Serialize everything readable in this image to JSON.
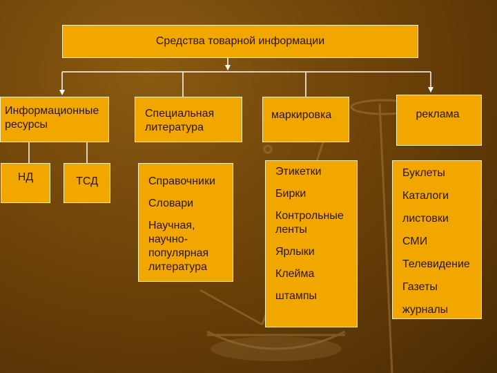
{
  "root": "Средства товарной информации",
  "categories": [
    "Информационные ресурсы",
    "Специальная литература",
    "маркировка",
    "реклама"
  ],
  "sub_resources": [
    "НД",
    "ТСД"
  ],
  "lists": {
    "literature": [
      "Справочники",
      "Словари",
      "Научная, научно-популярная литература"
    ],
    "marking": [
      "Этикетки",
      "Бирки",
      "Контрольные ленты",
      "Ярлыки",
      "Клейма",
      "штампы"
    ],
    "advertising": [
      "Буклеты",
      "Каталоги",
      "листовки",
      "СМИ",
      "Телевидение",
      "Газеты",
      "журналы"
    ]
  },
  "colors": {
    "box": "#f2a600",
    "background": "#6e4308",
    "line": "#ffffff"
  }
}
